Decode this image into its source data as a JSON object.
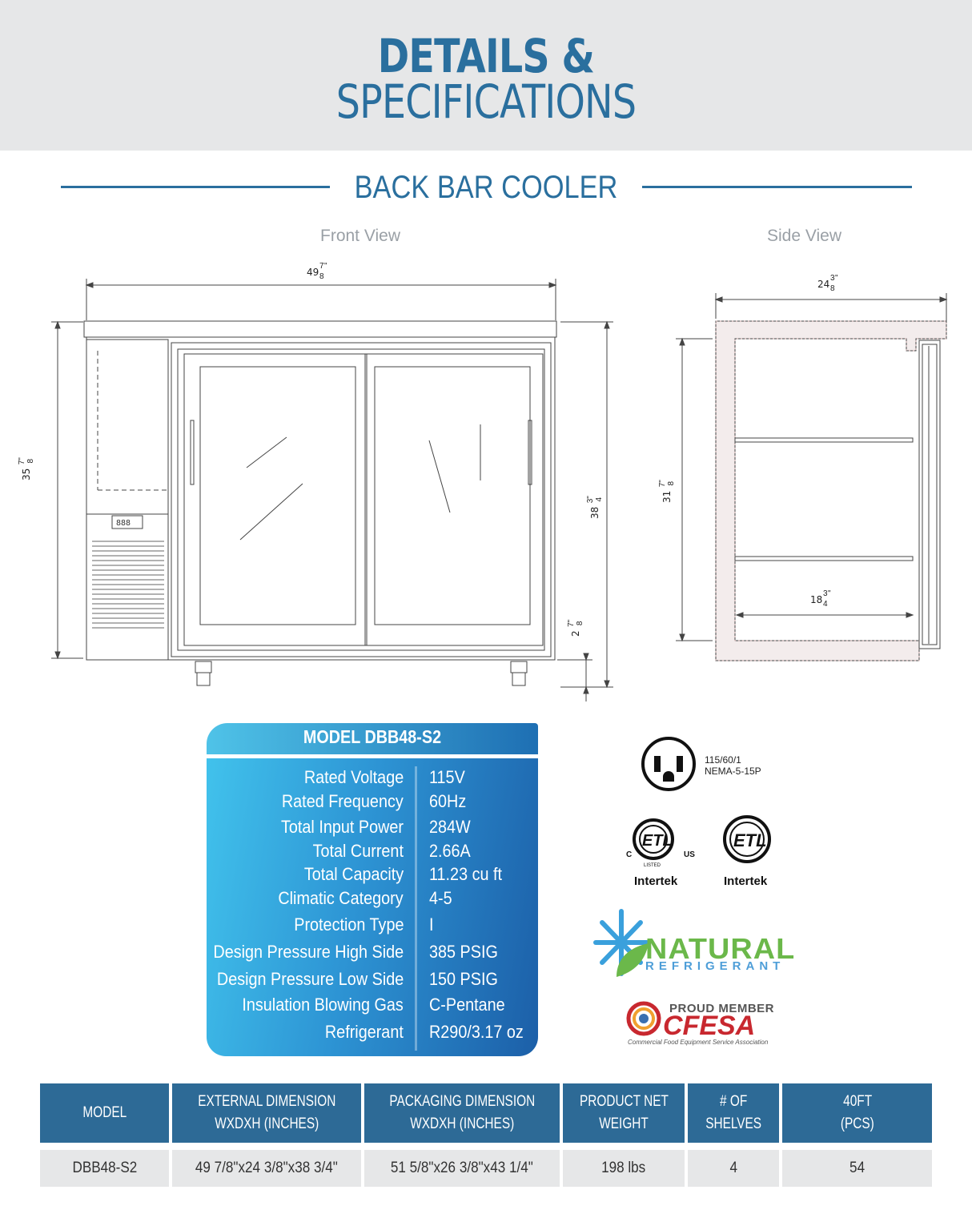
{
  "header": {
    "title_line1": "DETAILS &",
    "title_line2": "SPECIFICATIONS"
  },
  "section": {
    "title": "BACK BAR COOLER"
  },
  "drawing": {
    "front_view_label": "Front View",
    "side_view_label": "Side View",
    "front": {
      "width_whole": "49",
      "width_frac_num": "7",
      "width_frac_den": "8",
      "width_unit": "\"",
      "height_whole": "35",
      "height_frac_num": "7",
      "height_frac_den": "8",
      "height_unit": "\"",
      "total_height_whole": "38",
      "total_height_frac_num": "3",
      "total_height_frac_den": "4",
      "total_height_unit": "\"",
      "caster_whole": "2",
      "caster_frac_num": "7",
      "caster_frac_den": "8",
      "caster_unit": "\"",
      "display_text": "888"
    },
    "side": {
      "depth_whole": "24",
      "depth_frac_num": "3",
      "depth_frac_den": "8",
      "depth_unit": "\"",
      "height_whole": "31",
      "height_frac_num": "7",
      "height_frac_den": "8",
      "height_unit": "\"",
      "shelf_whole": "18",
      "shelf_frac_num": "3",
      "shelf_frac_den": "4",
      "shelf_unit": "\""
    }
  },
  "model_card": {
    "title": "MODEL DBB48-S2",
    "specs": [
      {
        "label": "Rated  Voltage",
        "value": "115V"
      },
      {
        "label": "Rated  Frequency",
        "value": "60Hz"
      },
      {
        "label": "Total Input Power",
        "value": "284W"
      },
      {
        "label": "Total Current",
        "value": "2.66A"
      },
      {
        "label": "Total Capacity",
        "value": "11.23 cu ft"
      },
      {
        "label": "Climatic Category",
        "value": "4-5"
      },
      {
        "label": "Protection Type",
        "value": "I"
      },
      {
        "label": "Design Pressure High Side",
        "value": "385 PSIG"
      },
      {
        "label": "Design Pressure Low Side",
        "value": "150 PSIG"
      },
      {
        "label": "Insulation Blowing Gas",
        "value": "C-Pentane"
      },
      {
        "label": "Refrigerant",
        "value": "R290/3.17 oz"
      }
    ],
    "card_colors": {
      "start": "#41c2ec",
      "end": "#1c5fa8"
    }
  },
  "certifications": {
    "plug_line1": "115/60/1",
    "plug_line2": "NEMA-5-15P",
    "etl_c": "C",
    "etl_us": "US",
    "etl_listed": "LISTED",
    "etl_mark": "ETL",
    "intertek_1": "Intertek",
    "intertek_2": "Intertek",
    "natural_word": "NATURAL",
    "refrigerant_word": "REFRIGERANT",
    "cfesa_top": "PROUD MEMBER",
    "cfesa_word": "CFESA",
    "cfesa_sub": "Commercial Food Equipment Service Association"
  },
  "table": {
    "headers": [
      {
        "line1": "MODEL",
        "line2": ""
      },
      {
        "line1": "EXTERNAL DIMENSION",
        "line2": "WXDXH (INCHES)"
      },
      {
        "line1": "PACKAGING DIMENSION",
        "line2": "WXDXH (INCHES)"
      },
      {
        "line1": "PRODUCT NET",
        "line2": "WEIGHT"
      },
      {
        "line1": "# OF",
        "line2": "SHELVES"
      },
      {
        "line1": "40FT",
        "line2": "(PCS)"
      }
    ],
    "row": [
      "DBB48-S2",
      "49 7/8\"x24 3/8\"x38 3/4\"",
      "51 5/8\"x26 3/8\"x43 1/4\"",
      "198 lbs",
      "4",
      "54"
    ],
    "header_color": "#2d6a96",
    "row_color": "#e6e7e8"
  },
  "colors": {
    "brand_blue": "#2a6f9e",
    "header_band": "#e6e7e8"
  }
}
